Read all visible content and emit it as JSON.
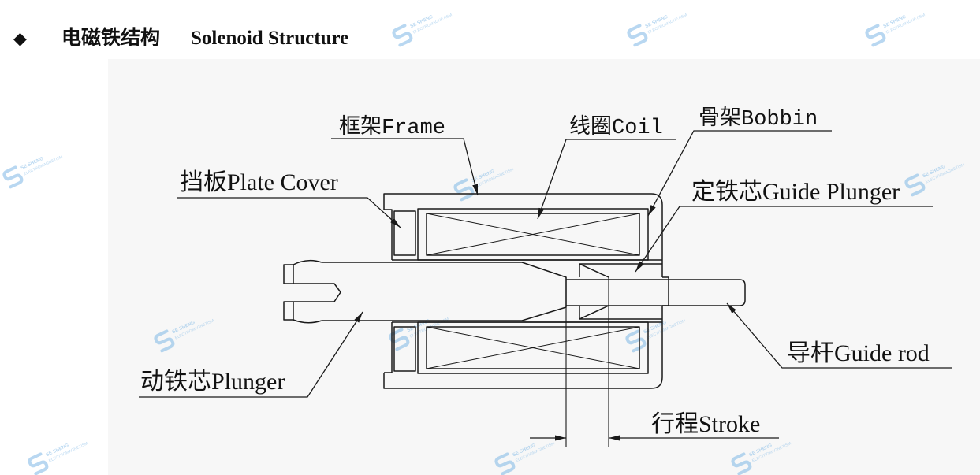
{
  "header": {
    "bullet": "◆",
    "title_cn": "电磁铁结构",
    "title_en": "Solenoid Structure"
  },
  "labels": {
    "frame": "框架Frame",
    "coil": "线圈Coil",
    "bobbin": "骨架Bobbin",
    "plate_cover": "挡板Plate Cover",
    "guide_plunger": "定铁芯Guide Plunger",
    "plunger": "动铁芯Plunger",
    "guide_rod": "导杆Guide rod",
    "stroke": "行程Stroke"
  },
  "watermark": {
    "icon": "se-sheng-logo-icon",
    "brand": "SE SHENG",
    "tagline": "ELECTROMAGNETISM"
  },
  "colors": {
    "line": "#1a1a1a",
    "text": "#111111",
    "diagram_background": "#f7f7f7",
    "watermark": "#7fb8e6"
  }
}
